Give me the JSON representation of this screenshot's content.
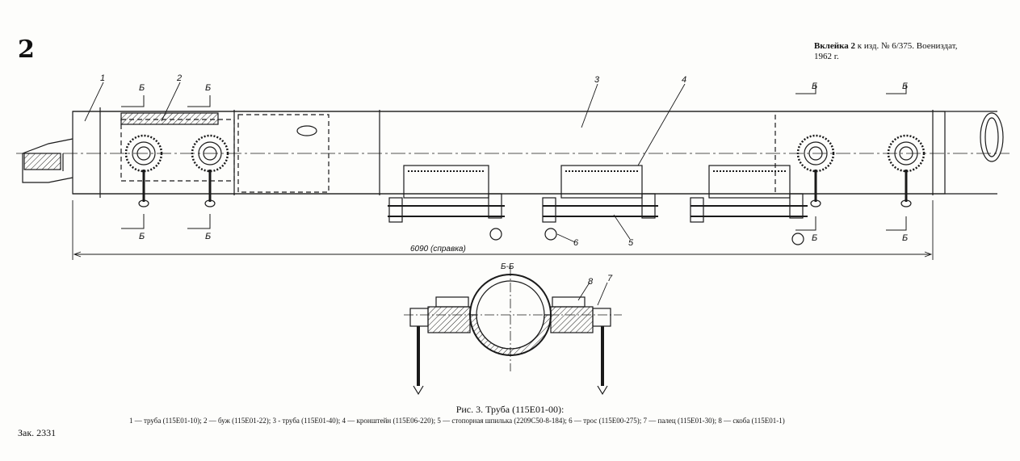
{
  "page_number": "2",
  "insert_note_bold": "Вклейка 2",
  "insert_note_line1": " к изд. № 6/375. Воениздат,",
  "insert_note_line2": "1962 г.",
  "order_number": "Зак. 2331",
  "drawing": {
    "part_labels": [
      "1",
      "2",
      "3",
      "4",
      "5",
      "6",
      "7",
      "8"
    ],
    "section_mark": "Б",
    "section_title": "Б-Б",
    "dimension": "6090 (справка)"
  },
  "caption": {
    "title": "Рис. 3. Труба (115Е01-00):",
    "legend": "1 — труба (115Е01-10); 2 — буж (115Е01-22); 3 - труба (115Е01-40); 4 — кронштейн (115Е06-220); 5 — стопорная шпилька (2209С50-8-184); 6 — трос (115Е00-275); 7 — палец (115Е01-30); 8 — скоба (115Е01-1)"
  }
}
